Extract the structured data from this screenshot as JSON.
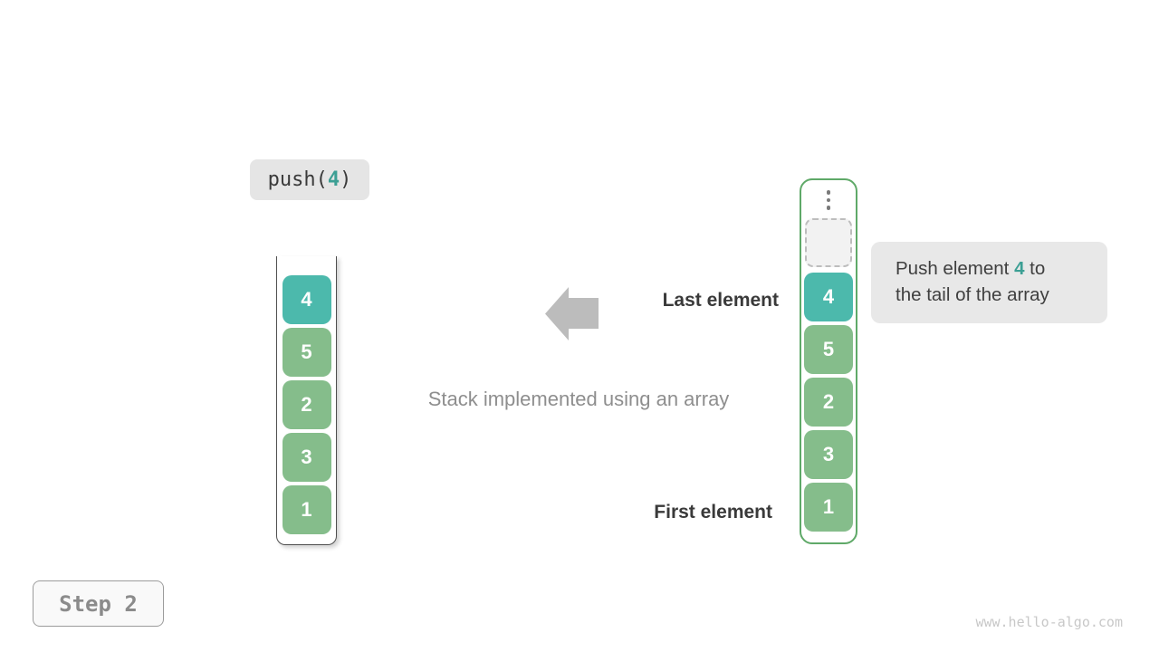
{
  "colors": {
    "teal_cell": "#4cb9ac",
    "green_cell": "#85bd8b",
    "accent_text_teal": "#3c9f94",
    "container_border_green": "#5fa968",
    "arrow_gray": "#bcbcbc"
  },
  "push_label": {
    "prefix": "push(",
    "arg": "4",
    "suffix": ")"
  },
  "left_stack": {
    "cells": [
      {
        "value": "4",
        "bg": "#4cb9ac"
      },
      {
        "value": "5",
        "bg": "#85bd8b"
      },
      {
        "value": "2",
        "bg": "#85bd8b"
      },
      {
        "value": "3",
        "bg": "#85bd8b"
      },
      {
        "value": "1",
        "bg": "#85bd8b"
      }
    ]
  },
  "right_stack": {
    "ellipsis_icon": "vertical-ellipsis",
    "empty_slot": "dashed-placeholder",
    "cells": [
      {
        "value": "4",
        "bg": "#4cb9ac"
      },
      {
        "value": "5",
        "bg": "#85bd8b"
      },
      {
        "value": "2",
        "bg": "#85bd8b"
      },
      {
        "value": "3",
        "bg": "#85bd8b"
      },
      {
        "value": "1",
        "bg": "#85bd8b"
      }
    ]
  },
  "annotations": {
    "last_element": "Last element",
    "first_element": "First element",
    "caption": "Stack implemented using an array"
  },
  "tooltip": {
    "line1_prefix": "Push element ",
    "line1_accent": "4",
    "line1_suffix": " to",
    "line2": "the tail of the array"
  },
  "step_badge": {
    "label": "Step 2"
  },
  "watermark": {
    "text": "www.hello-algo.com"
  }
}
